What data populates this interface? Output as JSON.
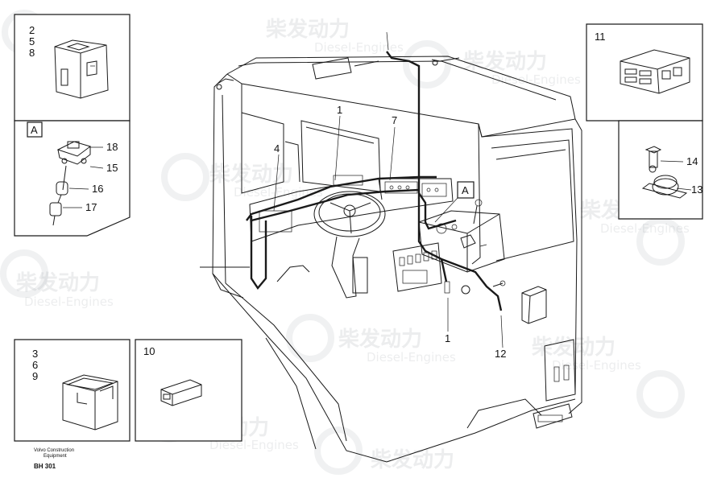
{
  "watermark": {
    "brand": "柴发动力",
    "subtitle": "Diesel-Engines"
  },
  "insets": {
    "top_left": {
      "labels": [
        "2",
        "5",
        "8"
      ]
    },
    "mid_left": {
      "tag": "A",
      "callouts": [
        "18",
        "15",
        "16",
        "17"
      ]
    },
    "bottom_left": {
      "labels": [
        "3",
        "6",
        "9"
      ]
    },
    "bottom_mid": {
      "labels": [
        "10"
      ]
    },
    "top_right": {
      "labels": [
        "11"
      ]
    },
    "mid_right": {
      "callouts": [
        "14",
        "13"
      ]
    }
  },
  "main_callouts": {
    "c1_top": "1",
    "c7": "7",
    "c4": "4",
    "tag_a": "A",
    "c1_bottom": "1",
    "c12": "12"
  },
  "footer": {
    "line1": "Volvo Construction",
    "line2": "Equipment",
    "code": "BH 301"
  }
}
